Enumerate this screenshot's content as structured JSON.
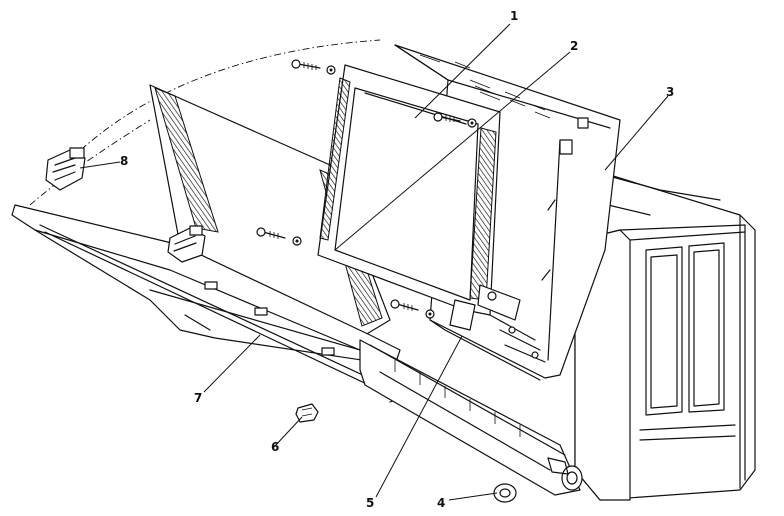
{
  "callouts": [
    {
      "id": "callout-1",
      "label": "1"
    },
    {
      "id": "callout-2",
      "label": "2"
    },
    {
      "id": "callout-3",
      "label": "3"
    },
    {
      "id": "callout-4",
      "label": "4"
    },
    {
      "id": "callout-5",
      "label": "5"
    },
    {
      "id": "callout-6",
      "label": "6"
    },
    {
      "id": "callout-7",
      "label": "7"
    },
    {
      "id": "callout-8",
      "label": "8"
    }
  ]
}
